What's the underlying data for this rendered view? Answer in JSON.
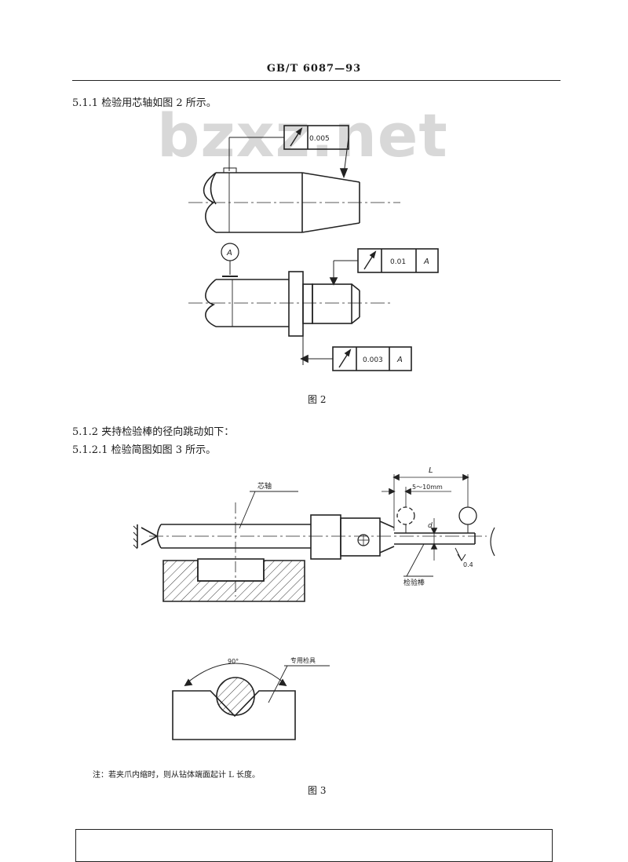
{
  "header": {
    "standard": "GB/T 6087—93"
  },
  "sections": {
    "s511": "5.1.1  检验用芯轴如图 2 所示。",
    "s512": "5.1.2  夹持检验棒的径向跳动如下：",
    "s5121": "5.1.2.1  检验简图如图 3 所示。"
  },
  "watermark": "bzxz.net",
  "figure2": {
    "caption": "图 2",
    "datum_label": "A",
    "frame1": {
      "symbol": "↗",
      "value": "0.005"
    },
    "frame2": {
      "symbol": "↗",
      "value": "0.01",
      "datum": "A"
    },
    "frame3": {
      "symbol": "↗",
      "value": "0.003",
      "datum": "A"
    }
  },
  "figure3": {
    "caption": "图 3",
    "label_mandrel": "芯轴",
    "label_test_bar": "检验棒",
    "label_L": "L",
    "label_range": "5～10mm",
    "label_d": "d",
    "label_roughness": "0.4",
    "label_angle": "90°",
    "label_fixture": "专用检具",
    "note": "注：若夹爪内缩时，则从钻体端面起计 L 长度。"
  }
}
